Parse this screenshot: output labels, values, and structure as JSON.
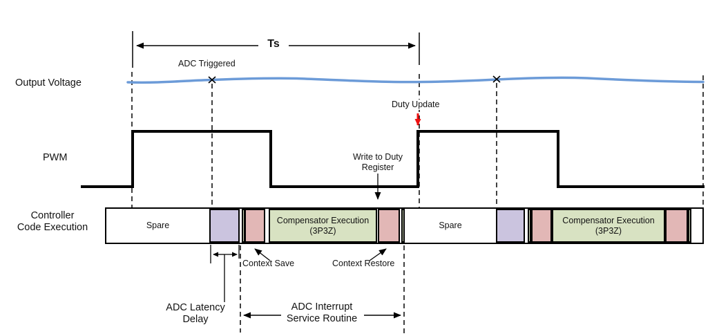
{
  "timing": {
    "ts_label": "Ts",
    "row_labels": {
      "output_voltage": "Output Voltage",
      "pwm": "PWM",
      "controller": [
        "Controller",
        "Code Execution"
      ]
    },
    "annotations": {
      "adc_triggered": "ADC Triggered",
      "duty_update": "Duty Update",
      "write_to_duty": [
        "Write to Duty",
        "Register"
      ],
      "context_save": "Context Save",
      "context_restore": "Context Restore"
    },
    "execution_bar": {
      "frame1": {
        "spare": "Spare",
        "compensator": [
          "Compensator Execution",
          "(3P3Z)"
        ]
      },
      "frame2": {
        "spare": "Spare",
        "compensator": [
          "Compensator Execution",
          "(3P3Z)"
        ]
      }
    },
    "measures": {
      "adc_latency": [
        "ADC Latency",
        "Delay"
      ],
      "adc_isr": [
        "ADC Interrupt",
        "Service Routine"
      ]
    },
    "colors": {
      "purple": "#CBC4DF",
      "pink": "#E2B7B6",
      "green": "#D8E2C2",
      "blue": "#6C9BD8",
      "red": "#EE1111"
    }
  }
}
